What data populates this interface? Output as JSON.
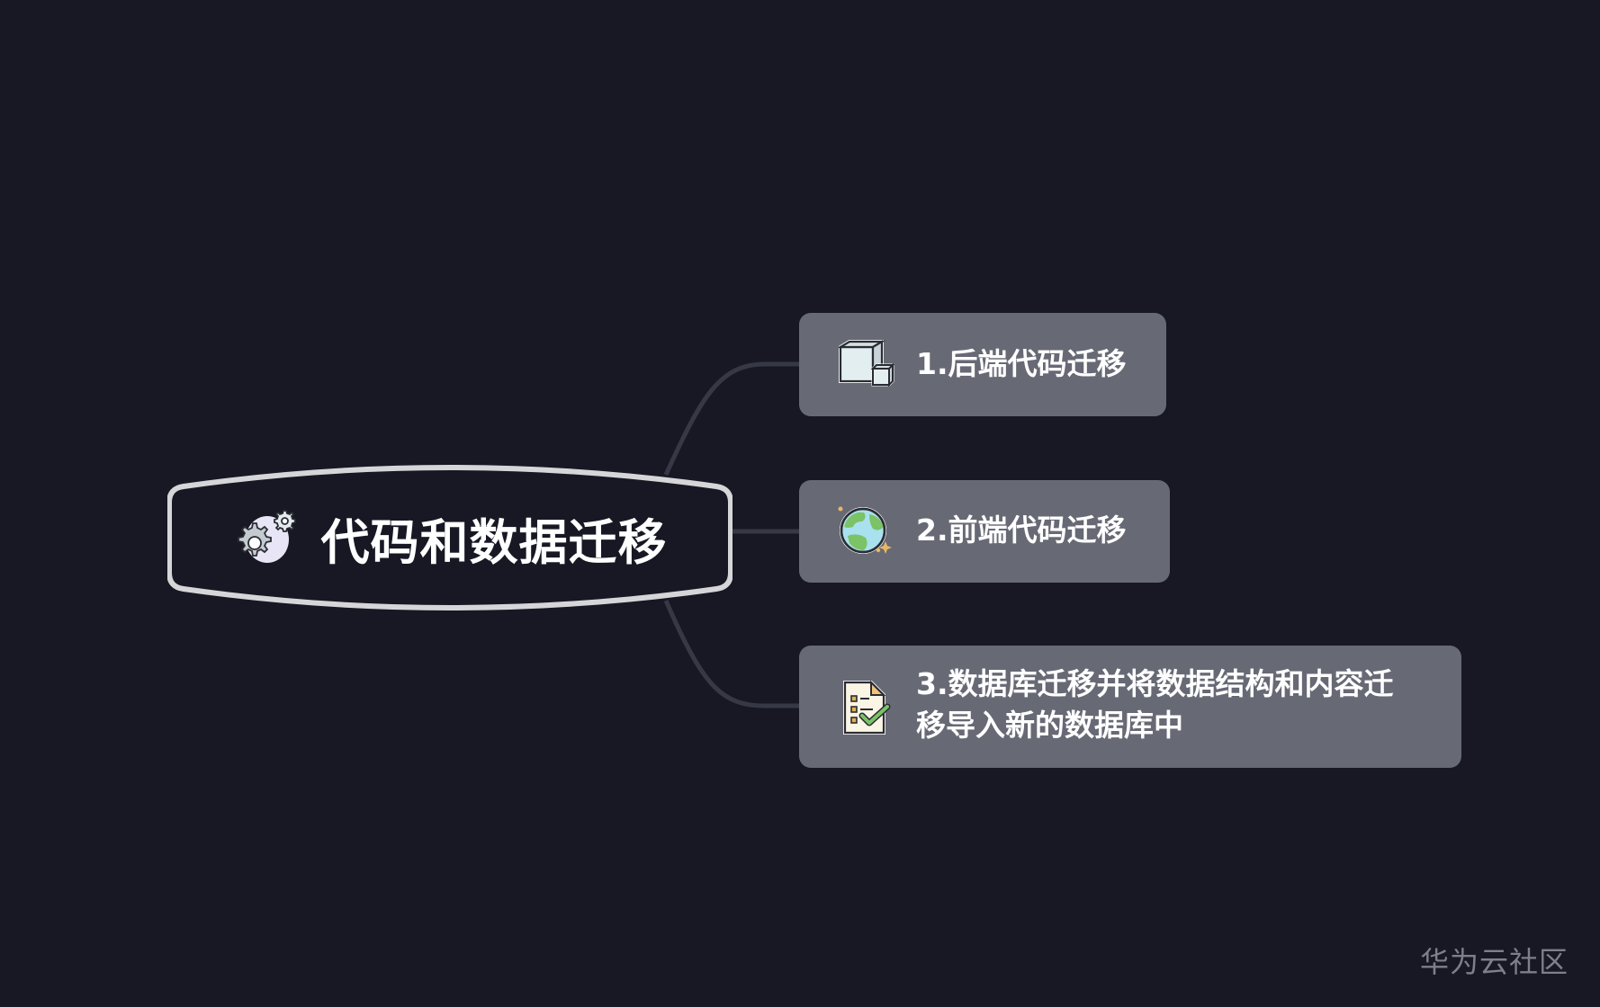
{
  "colors": {
    "background": "#171824",
    "connector": "#363845",
    "central_border": "#d6d6d8",
    "topic_fill": "#676a75",
    "text": "#ffffff",
    "watermark": "#7d7f8a"
  },
  "central": {
    "icon": "gears-icon",
    "title": "代码和数据迁移"
  },
  "topics": [
    {
      "icon": "cube-boxes-icon",
      "label": "1.后端代码迁移"
    },
    {
      "icon": "globe-icon",
      "label": "2.前端代码迁移"
    },
    {
      "icon": "checklist-document-icon",
      "label_line1": "3.数据库迁移并将数据结构和内容迁",
      "label_line2": "移导入新的数据库中",
      "label": "3.数据库迁移并将数据结构和内容迁移导入新的数据库中"
    }
  ],
  "watermark": "华为云社区"
}
